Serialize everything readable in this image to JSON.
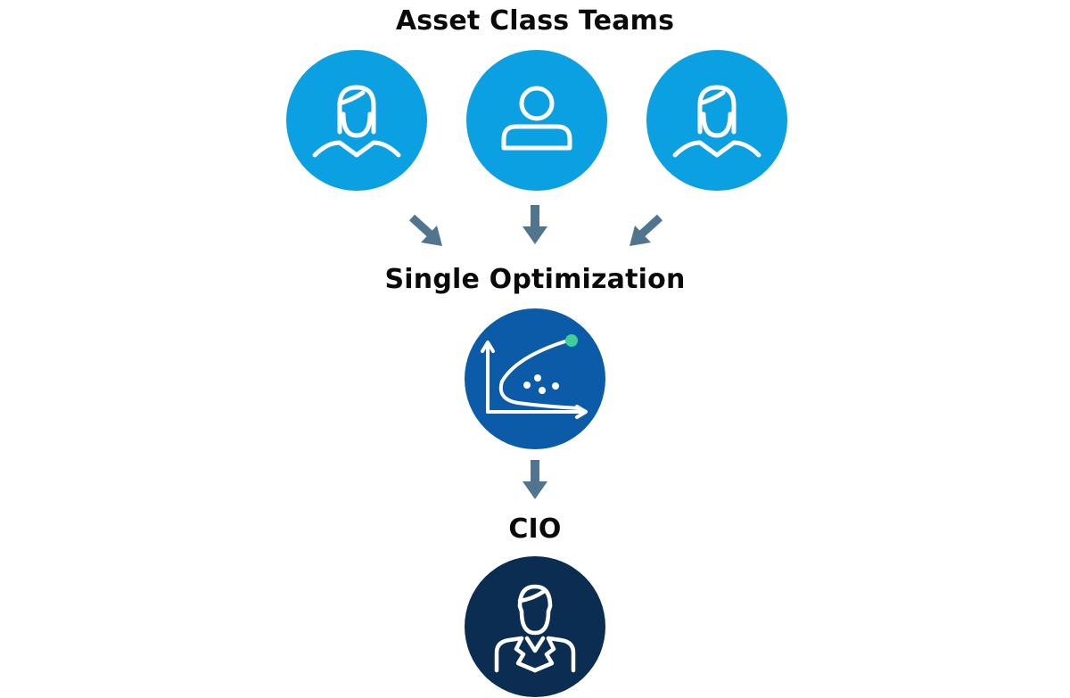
{
  "headings": {
    "top": "Asset Class Teams",
    "middle": "Single Optimization",
    "bottom": "CIO"
  },
  "icons": {
    "team_left": "female-user-icon",
    "team_center": "user-icon",
    "team_right": "female-user-icon",
    "optimization": "efficient-frontier-chart-icon",
    "cio": "executive-icon",
    "arrows": "arrow-icon"
  },
  "colors": {
    "team_circle": "#0aa0e2",
    "optimization_circle": "#0b5ba8",
    "cio_circle": "#0c2d52",
    "arrow": "#51758f",
    "highlight_dot": "#3fcf9a",
    "icon_stroke": "#ffffff",
    "text": "#0a0a0a"
  }
}
